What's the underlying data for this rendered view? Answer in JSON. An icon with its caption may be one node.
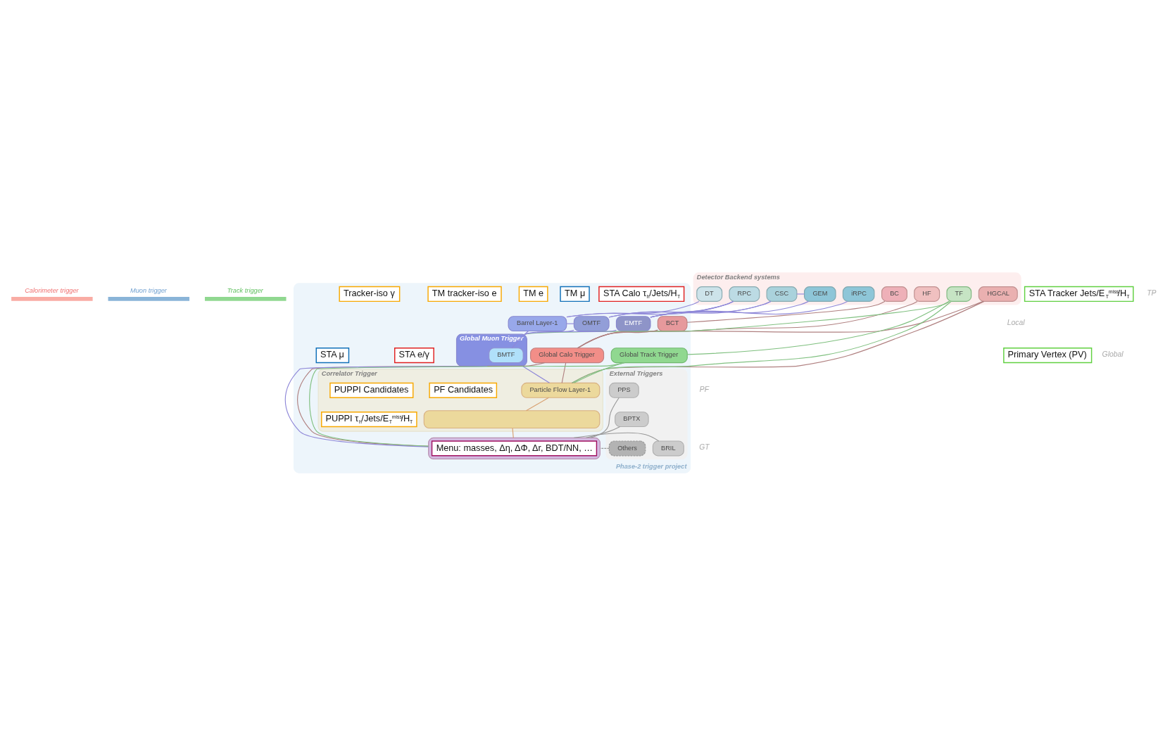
{
  "diagram": {
    "nodes": [
      {
        "text": [
          "Calorimeter trigger"
        ]
      },
      {
        "text": [
          "Muon trigger"
        ]
      },
      {
        "text": [
          "Track trigger"
        ]
      },
      {
        "text": [
          "Detector Backend systems"
        ]
      },
      {
        "text": [
          "BC"
        ],
        "in": 3
      },
      {
        "text": [
          "HF"
        ],
        "in": 3
      },
      {
        "text": [
          "HGCAL"
        ],
        "in": 3
      },
      {
        "text": [
          "DT"
        ],
        "in": 3
      },
      {
        "text": [
          "RPC"
        ],
        "in": 3
      },
      {
        "text": [
          "CSC"
        ],
        "in": 3
      },
      {
        "text": [
          "GEM"
        ],
        "in": 3
      },
      {
        "text": [
          "iRPC"
        ],
        "in": 3
      },
      {
        "text": [
          "TF"
        ],
        "in": 3
      },
      {
        "text": [
          "Phase-2 trigger project"
        ]
      },
      {
        "text": [
          "BCT"
        ],
        "in": 13
      },
      {
        "text": [
          "Barrel Layer-1"
        ],
        "in": 13
      },
      {
        "text": [
          "OMTF"
        ],
        "in": 13
      },
      {
        "text": [
          "EMTF"
        ],
        "in": 13
      },
      {
        "text": [
          "Global Calo Trigger"
        ],
        "in": 13
      },
      {
        "text": [
          "Global Muon Trigger"
        ],
        "in": 13
      },
      {
        "text": [
          "BMTF"
        ],
        "in": 19
      },
      {
        "text": [
          "Global Track Trigger"
        ],
        "in": 13
      },
      {
        "text": [
          "External Triggers"
        ],
        "in": 13
      },
      {
        "text": [
          "PPS"
        ],
        "in": 22
      },
      {
        "text": [
          "BPTX"
        ],
        "in": 22
      },
      {
        "text": [
          "BRIL"
        ],
        "in": 22
      },
      {
        "text": [
          "Others"
        ],
        "in": 22
      },
      {
        "text": [
          "Correlator Trigger"
        ],
        "in": 13
      },
      {
        "text": [
          "Particle Flow Layer-1"
        ],
        "in": 27
      },
      {
        "text": [],
        "shape": "box",
        "in": 27
      },
      {
        "text": [],
        "shape": "box",
        "in": 13
      },
      {
        "text": [
          "Menu: masses, Δη, ΔΦ, Δr, BDT/NN, …"
        ],
        "in": 30
      },
      {
        "text": [
          "STA e/γ"
        ],
        "in": 13
      },
      {
        "text": [
          "STA Calo τ$_{h}$/Jets/H$_{T}$"
        ],
        "in": 13
      },
      {
        "text": [
          "STA μ"
        ],
        "in": 13
      },
      {
        "text": [
          "TM μ"
        ],
        "in": 13
      },
      {
        "text": [
          "Primary Vertex (PV)"
        ]
      },
      {
        "text": [
          "STA Tracker Jets/E$_{T}$$^{miss}$/H$_{T}$"
        ]
      },
      {
        "text": [
          "TM e"
        ],
        "in": 13
      },
      {
        "text": [
          "TM tracker-iso e"
        ],
        "in": 13
      },
      {
        "text": [
          "Tracker-iso γ"
        ],
        "in": 13
      },
      {
        "text": [
          "PF Candidates"
        ],
        "in": 27
      },
      {
        "text": [
          "PUPPI Candidates"
        ],
        "in": 27
      },
      {
        "text": [
          "PUPPI τ$_{h}$/Jets/E$_{T}$$^{miss}$/H$_{T}$"
        ],
        "in": 27
      }
    ],
    "edges": [
      {
        "from": 4,
        "to": 14,
        "arrow": "none",
        "color": "#b08080"
      },
      {
        "from": 14,
        "to": 18,
        "arrow": "none",
        "color": "#b08080"
      },
      {
        "from": 5,
        "to": 18,
        "arrow": "none",
        "color": "#b08080"
      },
      {
        "from": 6,
        "to": 18,
        "arrow": "none",
        "color": "#b08080"
      },
      {
        "from": 6,
        "to": 28,
        "arrow": "none",
        "color": "#b08080"
      },
      {
        "from": 18,
        "to": 28,
        "arrow": "none",
        "color": "#b08080"
      },
      {
        "from": 18,
        "to": 30,
        "arrow": "none",
        "color": "#b08080"
      },
      {
        "from": 7,
        "to": 15,
        "arrow": "none"
      },
      {
        "from": 8,
        "to": 15,
        "arrow": "none"
      },
      {
        "from": 8,
        "to": 16,
        "arrow": "none"
      },
      {
        "from": 8,
        "to": 17,
        "arrow": "none"
      },
      {
        "from": 9,
        "to": 16,
        "arrow": "none"
      },
      {
        "from": 9,
        "to": 17,
        "arrow": "none"
      },
      {
        "from": 9,
        "to": 10,
        "arrow": "none"
      },
      {
        "from": 10,
        "to": 17,
        "arrow": "none"
      },
      {
        "from": 11,
        "to": 17,
        "arrow": "none"
      },
      {
        "from": 15,
        "to": 16,
        "arrow": "none"
      },
      {
        "from": 15,
        "to": 20,
        "arrow": "none"
      },
      {
        "from": 16,
        "to": 19,
        "arrow": "none"
      },
      {
        "from": 17,
        "to": 19,
        "arrow": "none"
      },
      {
        "from": 19,
        "to": 28,
        "arrow": "none"
      },
      {
        "from": 19,
        "to": 30,
        "arrow": "none"
      },
      {
        "from": 12,
        "to": 19,
        "arrow": "none",
        "color": "#80c080"
      },
      {
        "from": 12,
        "to": 28,
        "arrow": "none",
        "color": "#80c080"
      },
      {
        "from": 12,
        "to": 21,
        "arrow": "none",
        "color": "#80c080"
      },
      {
        "from": 21,
        "to": 28,
        "arrow": "none",
        "color": "#80c080"
      },
      {
        "from": 21,
        "to": 30,
        "arrow": "none",
        "color": "#80c080"
      },
      {
        "from": 28,
        "to": 29,
        "arrow": "none",
        "color": "#d8a070"
      },
      {
        "from": 29,
        "to": 30,
        "arrow": "none",
        "color": "#d8a070"
      },
      {
        "from": 23,
        "to": 30,
        "arrow": "none",
        "color": "#999999"
      },
      {
        "from": 24,
        "to": 30,
        "arrow": "none",
        "color": "#999999"
      },
      {
        "from": 25,
        "to": 30,
        "arrow": "none",
        "color": "#999999"
      },
      {
        "from": 26,
        "to": 30,
        "arrow": "none",
        "style": "dashed",
        "color": "#999999"
      }
    ],
    "labels": [
      "TP",
      "Local",
      "Global",
      "PF",
      "GT"
    ]
  }
}
